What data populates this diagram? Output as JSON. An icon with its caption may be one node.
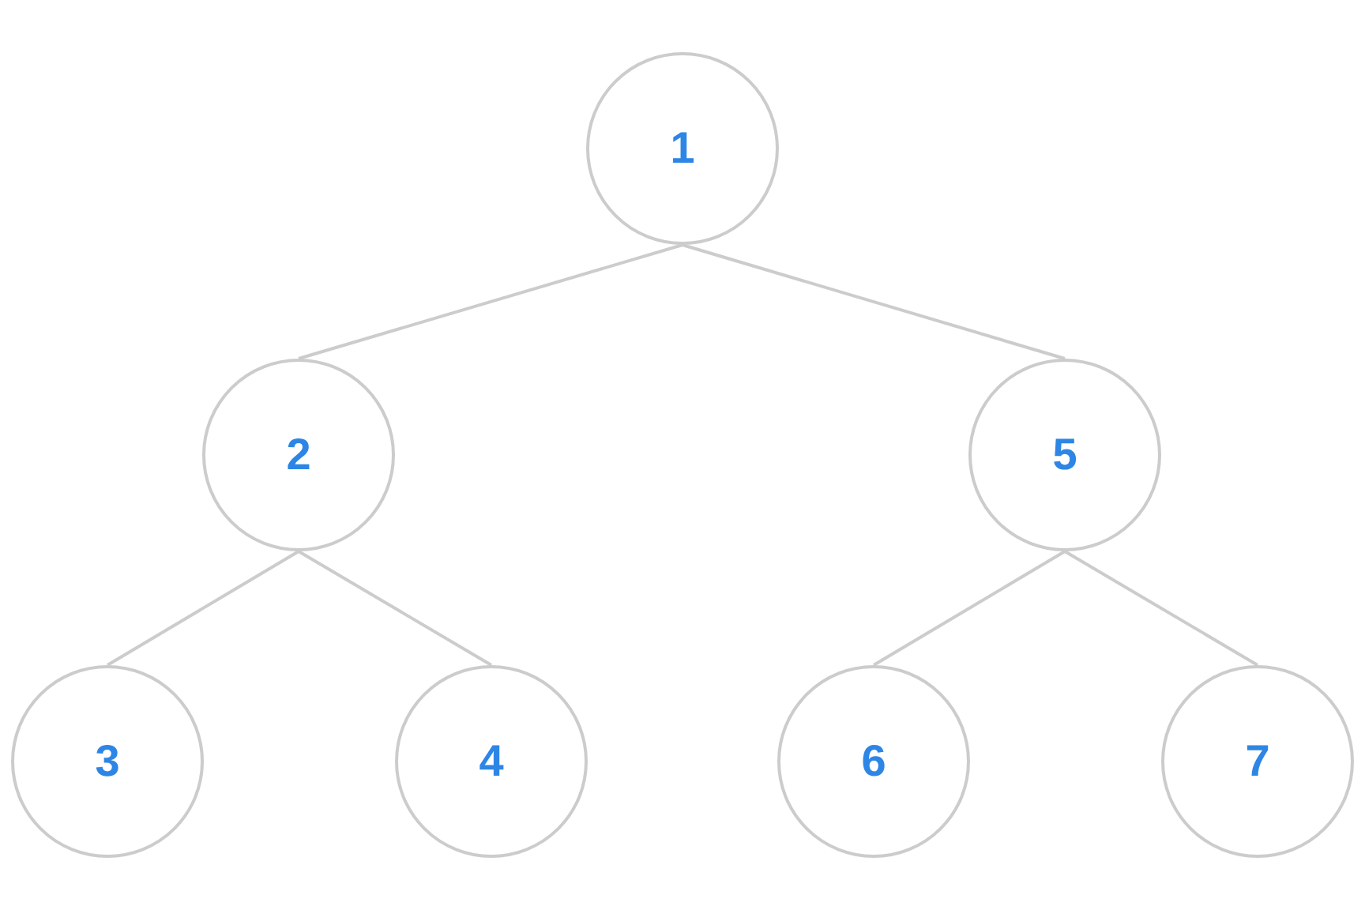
{
  "diagram": {
    "nodes": [
      {
        "text": [
          "1"
        ]
      },
      {
        "text": [
          "2"
        ]
      },
      {
        "text": [
          "3"
        ]
      },
      {
        "text": [
          "4"
        ]
      },
      {
        "text": [
          "5"
        ]
      },
      {
        "text": [
          "6"
        ]
      },
      {
        "text": [
          "7"
        ]
      }
    ],
    "edges": [
      {
        "from": 0,
        "to": 1,
        "arrow": "none"
      },
      {
        "from": 0,
        "to": 4,
        "arrow": "none"
      },
      {
        "from": 1,
        "to": 2,
        "arrow": "none"
      },
      {
        "from": 1,
        "to": 3,
        "arrow": "none"
      },
      {
        "from": 4,
        "to": 5,
        "arrow": "none"
      },
      {
        "from": 4,
        "to": 6,
        "arrow": "none"
      }
    ]
  }
}
